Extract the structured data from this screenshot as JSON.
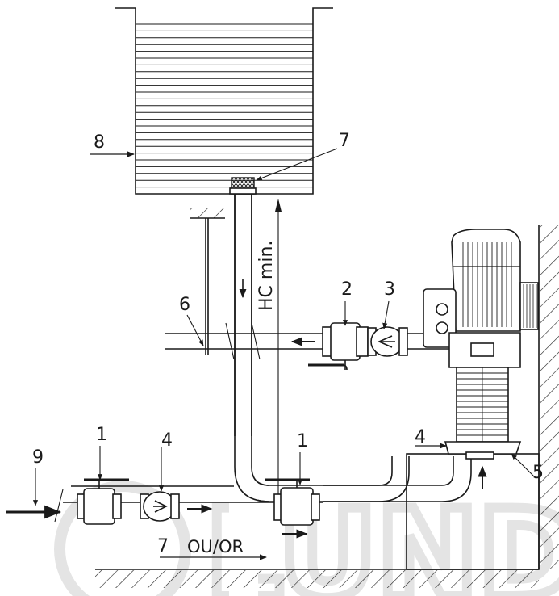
{
  "labels": {
    "l1_left": "1",
    "l1_right": "1",
    "l2": "2",
    "l3": "3",
    "l4_left": "4",
    "l4_right": "4",
    "l5": "5",
    "l6": "6",
    "l7_top": "7",
    "l7_bottom": "7",
    "l8": "8",
    "l9": "9",
    "hc_min": "HC min.",
    "ou_or": "OU/OR"
  },
  "watermark": "LUND",
  "colors": {
    "line": "#1a1a1a",
    "watermark": "#e4e4e4",
    "background": "#ffffff"
  }
}
